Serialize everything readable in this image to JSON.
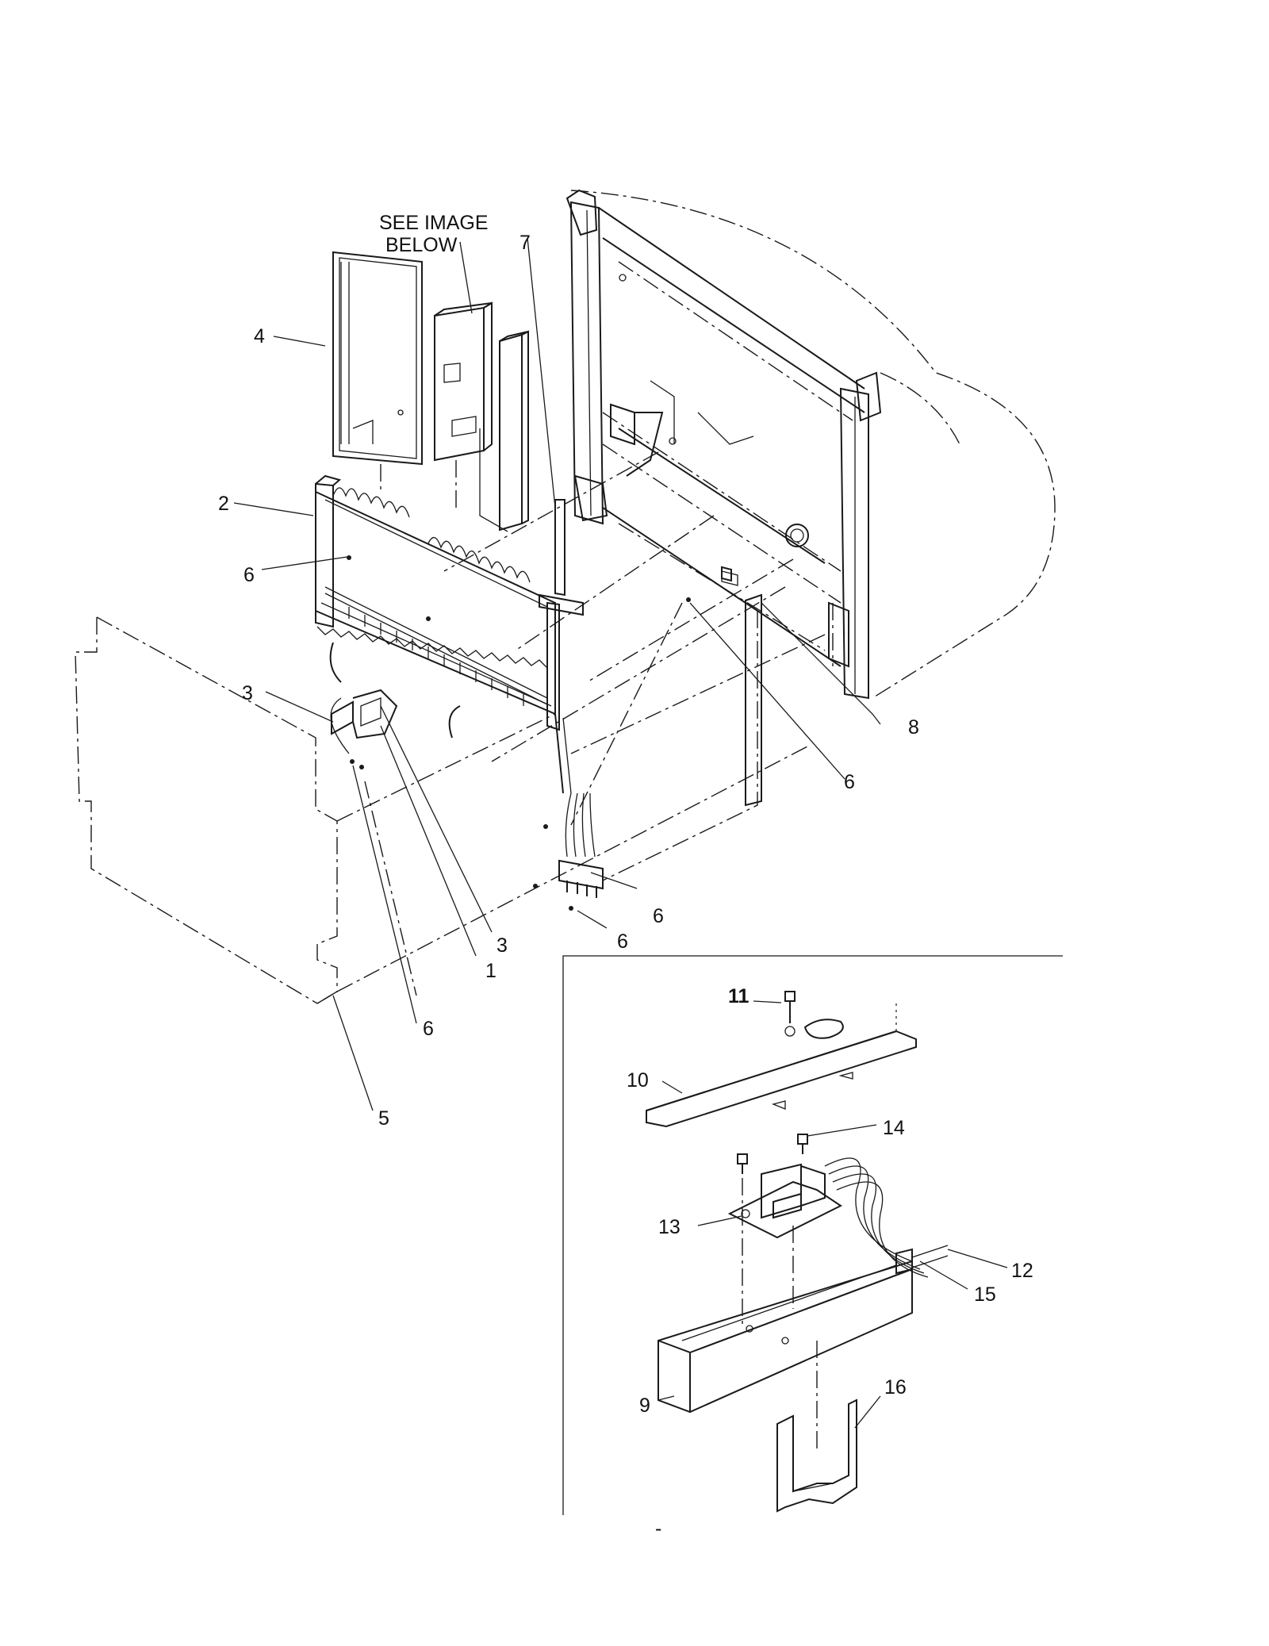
{
  "note": {
    "line1": "SEE IMAGE",
    "line2": "BELOW"
  },
  "callouts": {
    "c1": "1",
    "c2": "2",
    "c3a": "3",
    "c3b": "3",
    "c4": "4",
    "c5": "5",
    "c6a": "6",
    "c6b": "6",
    "c6c": "6",
    "c6d": "6",
    "c6e": "6",
    "c7": "7",
    "c8": "8",
    "c9": "9",
    "c10": "10",
    "c11": "11",
    "c12": "12",
    "c13": "13",
    "c14": "14",
    "c15": "15",
    "c16": "16"
  },
  "footer_mark": "-"
}
